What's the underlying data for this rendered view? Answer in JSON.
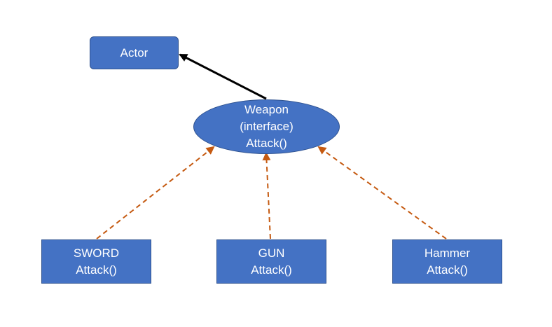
{
  "nodes": {
    "actor": {
      "label": "Actor"
    },
    "weapon": {
      "line1": "Weapon",
      "line2": "(interface)",
      "line3": "Attack()"
    },
    "sword": {
      "line1": "SWORD",
      "line2": "Attack()"
    },
    "gun": {
      "line1": "GUN",
      "line2": "Attack()"
    },
    "hammer": {
      "line1": "Hammer",
      "line2": "Attack()"
    }
  },
  "edges": [
    {
      "from": "weapon",
      "to": "actor",
      "style": "solid",
      "color": "#000000"
    },
    {
      "from": "sword",
      "to": "weapon",
      "style": "dashed",
      "color": "#c55a11"
    },
    {
      "from": "gun",
      "to": "weapon",
      "style": "dashed",
      "color": "#c55a11"
    },
    {
      "from": "hammer",
      "to": "weapon",
      "style": "dashed",
      "color": "#c55a11"
    }
  ],
  "colors": {
    "node_fill": "#4472c4",
    "node_border": "#2f528f",
    "node_text": "#ffffff",
    "solid_arrow": "#000000",
    "dashed_arrow": "#c55a11"
  }
}
